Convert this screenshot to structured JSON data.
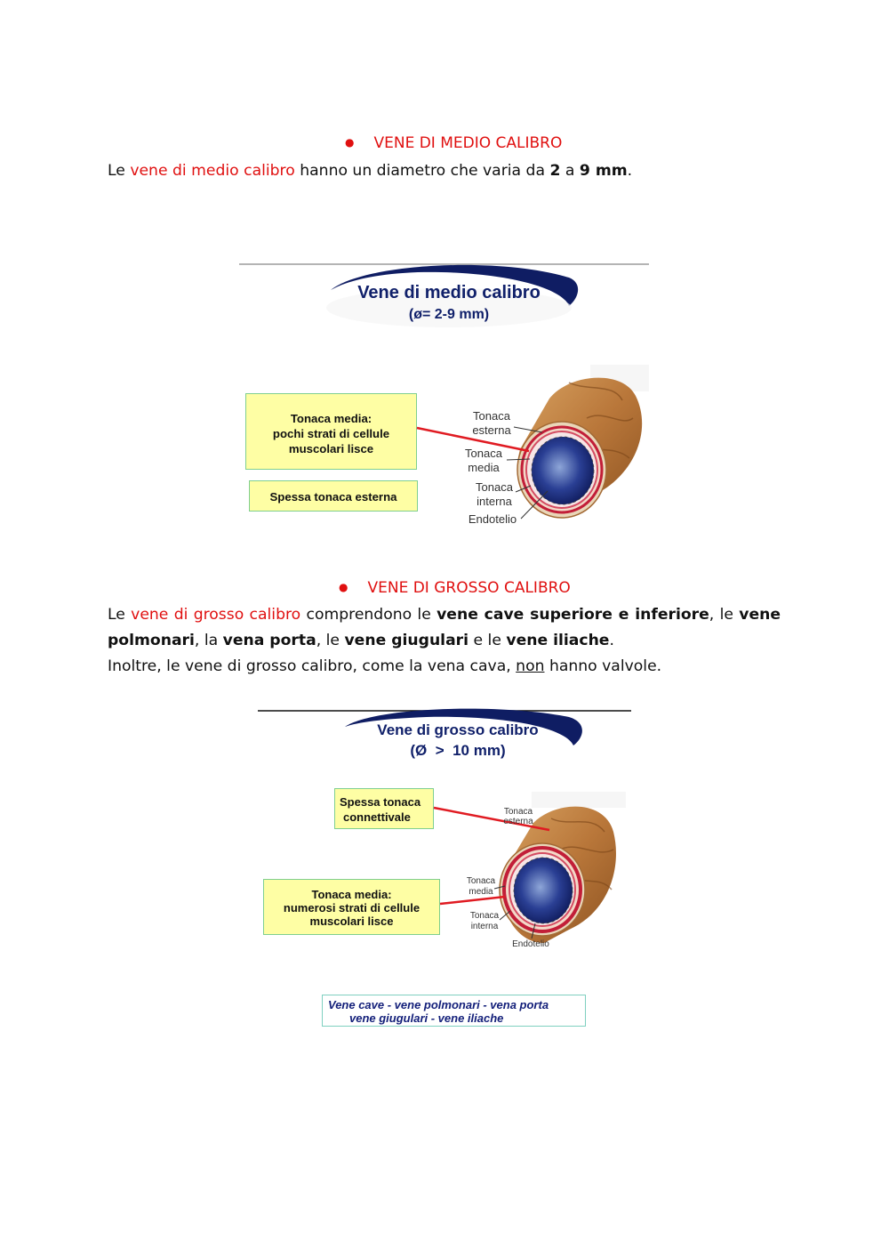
{
  "section1": {
    "heading": "VENE DI MEDIO CALIBRO",
    "p_pre": "Le ",
    "p_red": "vene di medio calibro",
    "p_mid": " hanno un diametro che varia da ",
    "p_b1": "2",
    "p_a": " a ",
    "p_b2": "9 mm",
    "p_end": "."
  },
  "figure1": {
    "title": "Vene di medio calibro",
    "subtitle": "(ø= 2-9 mm)",
    "box_media_line1": "Tonaca media:",
    "box_media_line2": "pochi strati di cellule",
    "box_media_line3": "muscolari lisce",
    "box_esterna": "Spessa tonaca esterna",
    "lbl_esterna_1": "Tonaca",
    "lbl_esterna_2": "esterna",
    "lbl_media_1": "Tonaca",
    "lbl_media_2": "media",
    "lbl_interna_1": "Tonaca",
    "lbl_interna_2": "interna",
    "lbl_endotelio": "Endotelio"
  },
  "section2": {
    "heading": "VENE DI GROSSO CALIBRO",
    "p1_pre": "Le ",
    "p1_red": "vene di grosso calibro",
    "p1_t1": " comprendono le ",
    "p1_b1": "vene cave superiore e inferiore",
    "p1_t2": ", le ",
    "p1_b2": "vene polmonari",
    "p1_t3": ", la ",
    "p1_b3": "vena porta",
    "p1_t4": ", le ",
    "p1_b4": "vene giugulari",
    "p1_t5": " e le ",
    "p1_b5": "vene iliache",
    "p1_end": ".",
    "p2_pre": "Inoltre, le vene di grosso calibro, come la vena cava, ",
    "p2_u": "non",
    "p2_end": " hanno valvole."
  },
  "figure2": {
    "title": "Vene di grosso calibro",
    "subtitle": "(Ø  >  10 mm)",
    "box_conn_line1": "Spessa tonaca",
    "box_conn_line2": "connettivale",
    "box_media_line1": "Tonaca media:",
    "box_media_line2": "numerosi strati di cellule",
    "box_media_line3": "muscolari lisce",
    "lbl_esterna_1": "Tonaca",
    "lbl_esterna_2": "esterna",
    "lbl_media_1": "Tonaca",
    "lbl_media_2": "media",
    "lbl_interna_1": "Tonaca",
    "lbl_interna_2": "interna",
    "lbl_endotelio": "Endotelio",
    "caption_line1": "Vene cave - vene polmonari - vena porta",
    "caption_line2": "vene giugulari - vene iliache"
  },
  "colors": {
    "accent_red": "#e01010",
    "title_navy": "#10206a",
    "box_yellow": "#fefea4"
  }
}
